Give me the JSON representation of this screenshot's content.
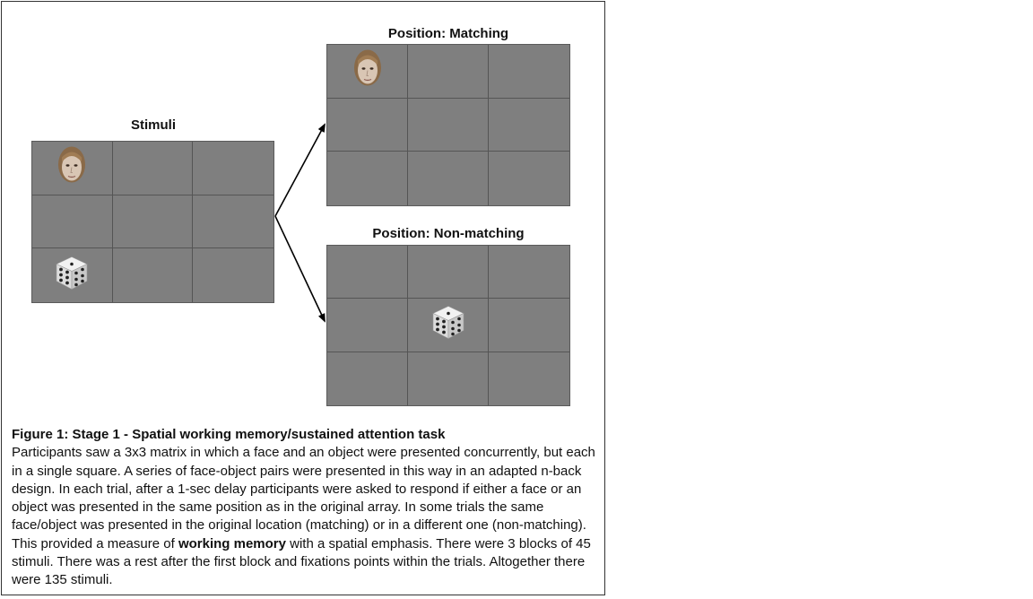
{
  "stimuli": {
    "title": "Stimuli",
    "face_cell": [
      0,
      0
    ],
    "object_cell": [
      2,
      0
    ]
  },
  "matching": {
    "title": "Position: Matching",
    "face_cell": [
      0,
      0
    ]
  },
  "nonmatching": {
    "title": "Position: Non-matching",
    "object_cell": [
      1,
      1
    ]
  },
  "caption": {
    "title": "Figure 1: Stage 1 - Spatial working memory/sustained attention task",
    "text_before": "Participants saw a 3x3 matrix in which a face and an object were presented concurrently, but each in a single square. A series of face-object pairs were presented in this way in an adapted n-back design. In each trial, after a 1-sec delay participants were asked to respond if either a face or an object was presented in the same position as in the original array. In some trials the same face/object was presented in the original location (matching) or in a different one (non-matching). This provided a measure of ",
    "bold_text": "working memory",
    "text_after": " with a spatial emphasis. There were 3 blocks of 45 stimuli. There was a rest after the first block and fixations points within the trials. Altogether there were 135 stimuli."
  },
  "icons": {
    "face": "face-icon",
    "object": "dice-icon"
  },
  "colors": {
    "grid_fill": "#7f7f7f",
    "grid_line": "#555555"
  }
}
